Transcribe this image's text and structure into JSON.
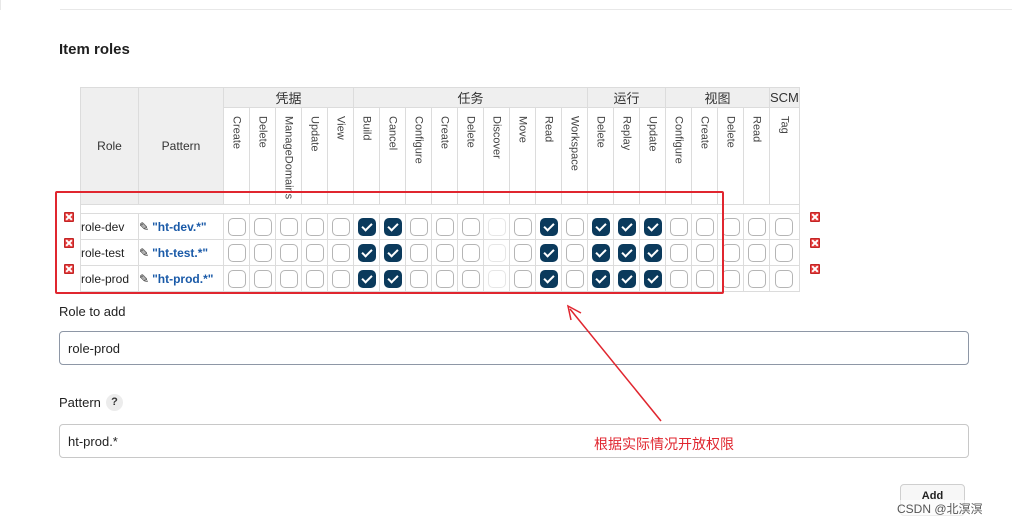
{
  "section_title": "Item roles",
  "table": {
    "role_header": "Role",
    "pattern_header": "Pattern",
    "groups": [
      {
        "label": "凭据",
        "span": 5
      },
      {
        "label": "任务",
        "span": 9
      },
      {
        "label": "运行",
        "span": 3
      },
      {
        "label": "视图",
        "span": 4
      },
      {
        "label": "SCM",
        "span": 1
      }
    ],
    "columns": [
      "Create",
      "Delete",
      "ManageDomains",
      "Update",
      "View",
      "Build",
      "Cancel",
      "Configure",
      "Create",
      "Delete",
      "Discover",
      "Move",
      "Read",
      "Workspace",
      "Delete",
      "Replay",
      "Update",
      "Configure",
      "Create",
      "Delete",
      "Read",
      "Tag"
    ],
    "rows": [
      {
        "role": "role-dev",
        "pattern": "\"ht-dev.*\"",
        "checks": [
          0,
          0,
          0,
          0,
          0,
          1,
          1,
          0,
          0,
          0,
          0,
          0,
          1,
          0,
          1,
          1,
          1,
          0,
          0,
          0,
          0,
          0
        ]
      },
      {
        "role": "role-test",
        "pattern": "\"ht-test.*\"",
        "checks": [
          0,
          0,
          0,
          0,
          0,
          1,
          1,
          0,
          0,
          0,
          0,
          0,
          1,
          0,
          1,
          1,
          1,
          0,
          0,
          0,
          0,
          0
        ]
      },
      {
        "role": "role-prod",
        "pattern": "\"ht-prod.*\"",
        "checks": [
          0,
          0,
          0,
          0,
          0,
          1,
          1,
          0,
          0,
          0,
          0,
          0,
          1,
          0,
          1,
          1,
          1,
          0,
          0,
          0,
          0,
          0
        ]
      }
    ],
    "disabled_column_index": 10
  },
  "role_to_add": {
    "label": "Role to add",
    "value": "role-prod"
  },
  "pattern": {
    "label": "Pattern",
    "help": "?",
    "value": "ht-prod.*"
  },
  "add_button": "Add",
  "annotation": "根据实际情况开放权限",
  "watermark": "CSDN @北溟溟",
  "colors": {
    "checked": "#0b3a5c",
    "annotation": "#e0262f",
    "pattern_link": "#1a5aa8",
    "delete": "#e23b3b"
  }
}
